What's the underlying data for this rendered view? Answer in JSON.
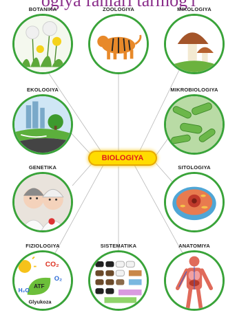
{
  "header_fragment": "ogiya fanlari tarmog'i",
  "center_label": "BIOLOGIYA",
  "branches": [
    {
      "id": "botanika",
      "label": "BOTANIKA"
    },
    {
      "id": "zoologiya",
      "label": "ZOOLOGIYA"
    },
    {
      "id": "mikologiya",
      "label": "MIKOLOGIYA"
    },
    {
      "id": "ekologiya",
      "label": "EKOLOGIYA"
    },
    {
      "id": "mikrobiologiya",
      "label": "MIKROBIOLOGIYA"
    },
    {
      "id": "genetika",
      "label": "GENETIKA"
    },
    {
      "id": "sitologiya",
      "label": "SITOLOGIYA"
    },
    {
      "id": "fiziologiya",
      "label": "FIZIOLOGIYA"
    },
    {
      "id": "sistematika",
      "label": "SISTEMATIKA"
    },
    {
      "id": "anatomiya",
      "label": "ANATOMIYA"
    }
  ],
  "fiziologiya_labels": {
    "co2": "CO₂",
    "o2": "O₂",
    "h2o": "H₂O",
    "atf": "ATF",
    "glucose": "Glyukoza"
  },
  "colors": {
    "ring": "#39a339",
    "center_fill": "#ffdc00",
    "center_text": "#e01b1b",
    "connector": "#b0b0b0"
  }
}
